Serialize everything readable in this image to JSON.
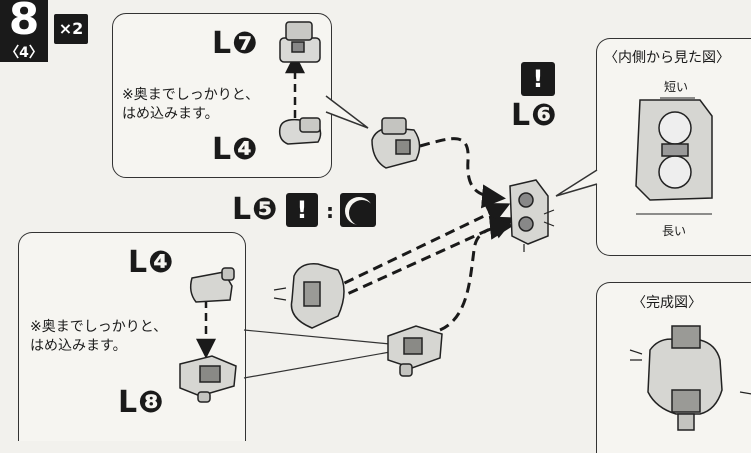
{
  "step": {
    "number": "8",
    "sub": "〈4〉",
    "multiplier": "×2"
  },
  "labels": {
    "l7": "L❼",
    "l4_top": "L❹",
    "l6": "L❻",
    "l5": "L❺",
    "l4_bottom": "L❹",
    "l8": "L❽"
  },
  "notes": {
    "top": "※奥までしっかりと、\nはめ込みます。",
    "bottom": "※奥までしっかりと、\nはめ込みます。"
  },
  "inner_view": {
    "title": "〈内側から見た図〉",
    "short": "短い",
    "long": "長い"
  },
  "finished_view": {
    "title": "〈完成図〉"
  },
  "warning": {
    "symbol": "!",
    "colon": ":"
  }
}
